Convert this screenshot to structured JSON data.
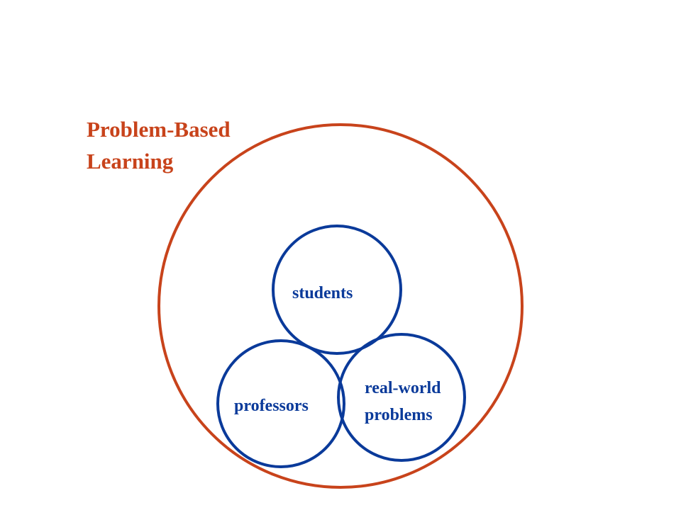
{
  "diagram": {
    "title_lines": [
      "Problem-Based",
      "Learning"
    ],
    "outer_circle": {
      "color": "#c8431b"
    },
    "title_color": "#c8431b",
    "inner_circle_color": "#0a3a9a",
    "label_color": "#0a3a9a",
    "nodes": [
      {
        "id": "students",
        "label_lines": [
          "students"
        ]
      },
      {
        "id": "professors",
        "label_lines": [
          "professors"
        ]
      },
      {
        "id": "real-world-problems",
        "label_lines": [
          "real-world",
          "problems"
        ]
      }
    ]
  }
}
